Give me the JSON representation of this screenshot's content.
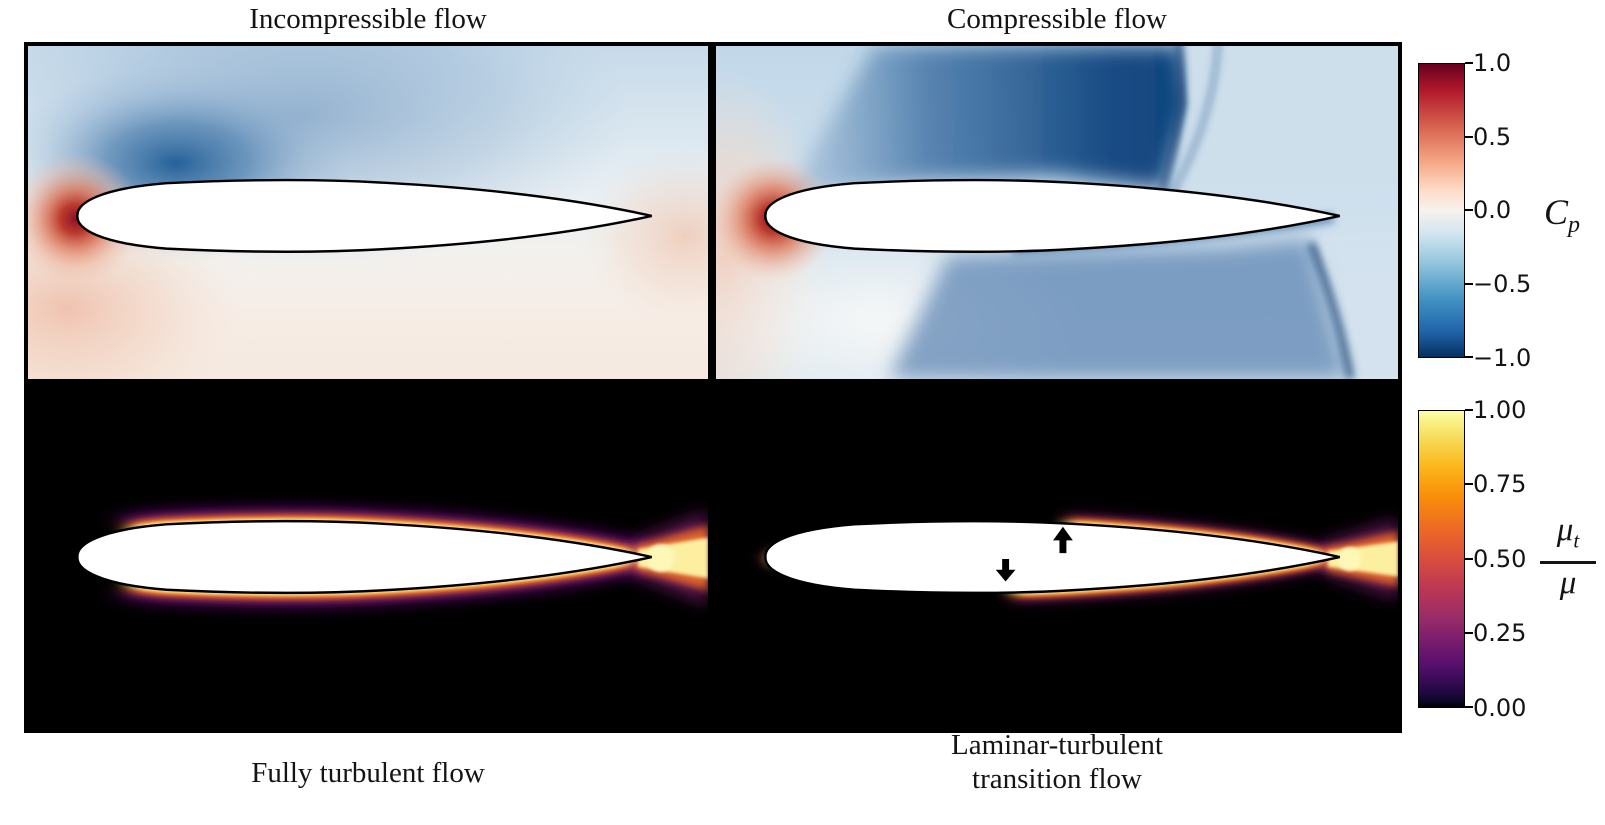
{
  "figure": {
    "background": "#ffffff",
    "panels": {
      "top_left": {
        "title": "Incompressible flow",
        "field": "pressure coefficient"
      },
      "top_right": {
        "title": "Compressible flow",
        "field": "pressure coefficient"
      },
      "bottom_left": {
        "title": "Fully turbulent flow",
        "field": "turbulent viscosity ratio"
      },
      "bottom_right": {
        "title": "Laminar-turbulent\ntransition flow",
        "field": "turbulent viscosity ratio"
      }
    },
    "colorbars": {
      "cp": {
        "label_main": "C",
        "label_sub": "p",
        "ticks": [
          "1.0",
          "0.5",
          "0.0",
          "−0.5",
          "−1.0"
        ],
        "colormap": "RdBu_r",
        "top_color": "#67001f",
        "mid_color": "#f7f7f7",
        "bottom_color": "#053061"
      },
      "mu": {
        "numerator_main": "μ",
        "numerator_sub": "t",
        "denominator": "μ",
        "ticks": [
          "1.00",
          "0.75",
          "0.50",
          "0.25",
          "0.00"
        ],
        "colormap": "inferno",
        "top_color": "#fcffa4",
        "bottom_color": "#000004"
      }
    }
  },
  "chart_data": [
    {
      "type": "heatmap",
      "title": "Incompressible flow",
      "variable": "C_p",
      "colormap": "RdBu_r",
      "vmin": -1.0,
      "vmax": 1.0,
      "colorbar_ticks": [
        1.0,
        0.5,
        0.0,
        -0.5,
        -1.0
      ],
      "features": [
        "white airfoil cross-section with black outline, leading edge left",
        "stagnation spot C_p ≈ +1.0 at leading edge",
        "strong suction lobe C_p ≈ −0.8 above forward upper surface fading upward",
        "pale positive C_p ≈ +0.2 below leading edge and just aft of trailing edge",
        "smooth gradients, no shock waves"
      ]
    },
    {
      "type": "heatmap",
      "title": "Compressible flow",
      "variable": "C_p",
      "colormap": "RdBu_r",
      "vmin": -1.0,
      "vmax": 1.0,
      "colorbar_ticks": [
        1.0,
        0.5,
        0.0,
        -0.5,
        -1.0
      ],
      "features": [
        "stagnation spot C_p ≈ +1.0 at leading edge with pale pink inflow column at left edge",
        "large supersonic region C_p ≈ −1.0 above airfoil terminated by a near-normal shock around 70% chord reaching the top boundary",
        "weaker lower-surface shock near the trailing edge extending to the bottom boundary",
        "light blue post-shock region C_p ≈ −0.3 downstream"
      ]
    },
    {
      "type": "heatmap",
      "title": "Fully turbulent flow",
      "variable": "mu_t/mu",
      "colormap": "inferno",
      "vmin": 0.0,
      "vmax": 1.0,
      "colorbar_ticks": [
        1.0,
        0.75,
        0.5,
        0.25,
        0.0
      ],
      "features": [
        "black freestream mu_t/mu ≈ 0",
        "bright yellow-orange turbulent boundary layer (mu_t/mu ≈ 1) along nearly the whole upper and lower surfaces starting close to the leading edge",
        "boundary layer thickens downstream and merges into a bright turbulent wake spreading from the trailing edge to the right boundary"
      ]
    },
    {
      "type": "heatmap",
      "title": "Laminar-turbulent transition flow",
      "variable": "mu_t/mu",
      "colormap": "inferno",
      "vmin": 0.0,
      "vmax": 1.0,
      "colorbar_ticks": [
        1.0,
        0.75,
        0.5,
        0.25,
        0.0
      ],
      "features": [
        "black (laminar, mu_t/mu ≈ 0) boundary layer over the front half of the airfoil",
        "turbulent boundary layer appears only aft of transition: ≈55% chord on the upper surface, ≈45% chord on the lower surface",
        "bright turbulent wake from trailing edge to the right boundary"
      ],
      "annotations": [
        {
          "type": "arrow",
          "direction": "up",
          "points_at": "upper-surface transition location (~55% chord)"
        },
        {
          "type": "arrow",
          "direction": "down",
          "points_at": "lower-surface transition location (~45% chord)"
        }
      ]
    }
  ]
}
